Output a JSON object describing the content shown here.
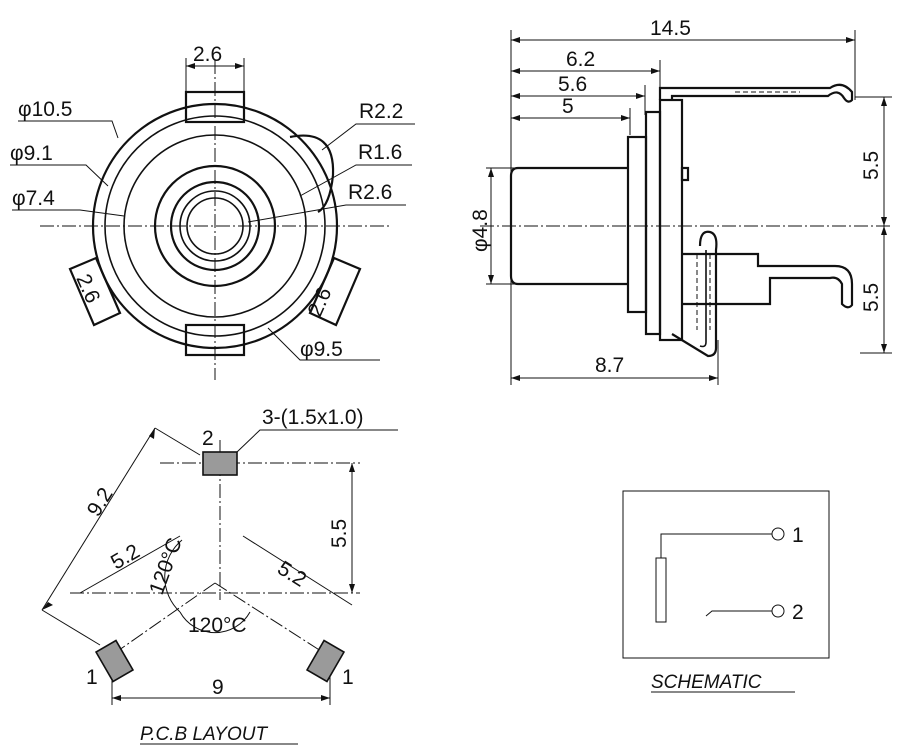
{
  "front_view": {
    "tab_width": "2.6",
    "diameters": {
      "outer": "φ10.5",
      "middle": "φ9.1",
      "inner": "φ7.4",
      "bottom": "φ9.5"
    },
    "radii": {
      "r1": "R2.2",
      "r2": "R1.6",
      "r3": "R2.6"
    },
    "side_tabs": {
      "left": "2.6",
      "right": "2.6"
    }
  },
  "side_view": {
    "lengths": {
      "overall": "14.5",
      "d1": "6.2",
      "d2": "5.6",
      "d3": "5",
      "bottom": "8.7"
    },
    "heights": {
      "upper": "5.5",
      "lower": "5.5"
    },
    "barrel_diameter": "φ4.8"
  },
  "pcb_layout": {
    "title": "P.C.B LAYOUT",
    "pad_note": "3-(1.5x1.0)",
    "pins": {
      "top": "2",
      "left": "1",
      "right": "1"
    },
    "dims": {
      "diag": "9.2",
      "r_left": "5.2",
      "r_right": "5.2",
      "vertical": "5.5",
      "horizontal": "9"
    },
    "angles": {
      "upper": "120°C",
      "lower": "120°C"
    }
  },
  "schematic": {
    "title": "SCHEMATIC",
    "pins": {
      "p1": "1",
      "p2": "2"
    }
  },
  "colors": {
    "ink": "#111111",
    "pad_fill": "#9a9a9a",
    "background": "#ffffff"
  }
}
